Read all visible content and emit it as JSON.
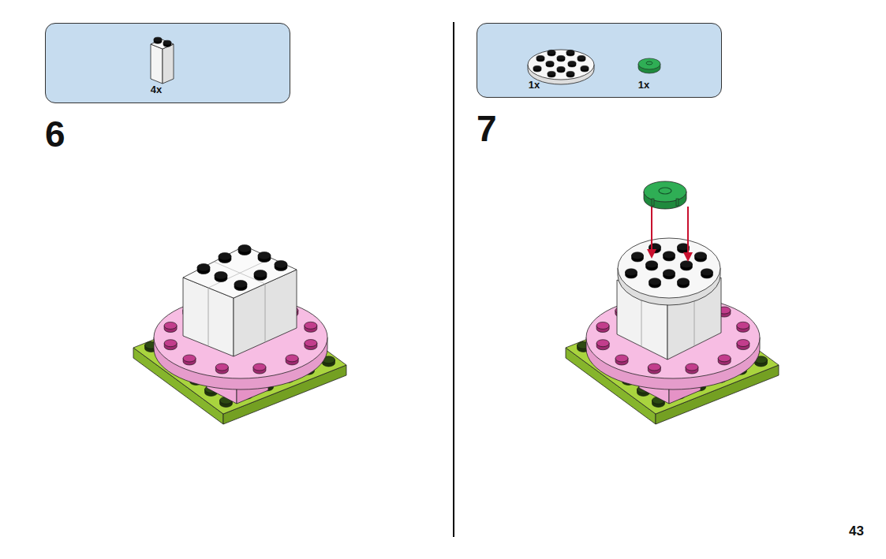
{
  "diagram": {
    "nodes": [
      {
        "text": [
          "4x"
        ]
      },
      {
        "text": [
          "1x",
          "1x"
        ]
      }
    ],
    "labels": [
      "6",
      "7",
      "43"
    ]
  }
}
